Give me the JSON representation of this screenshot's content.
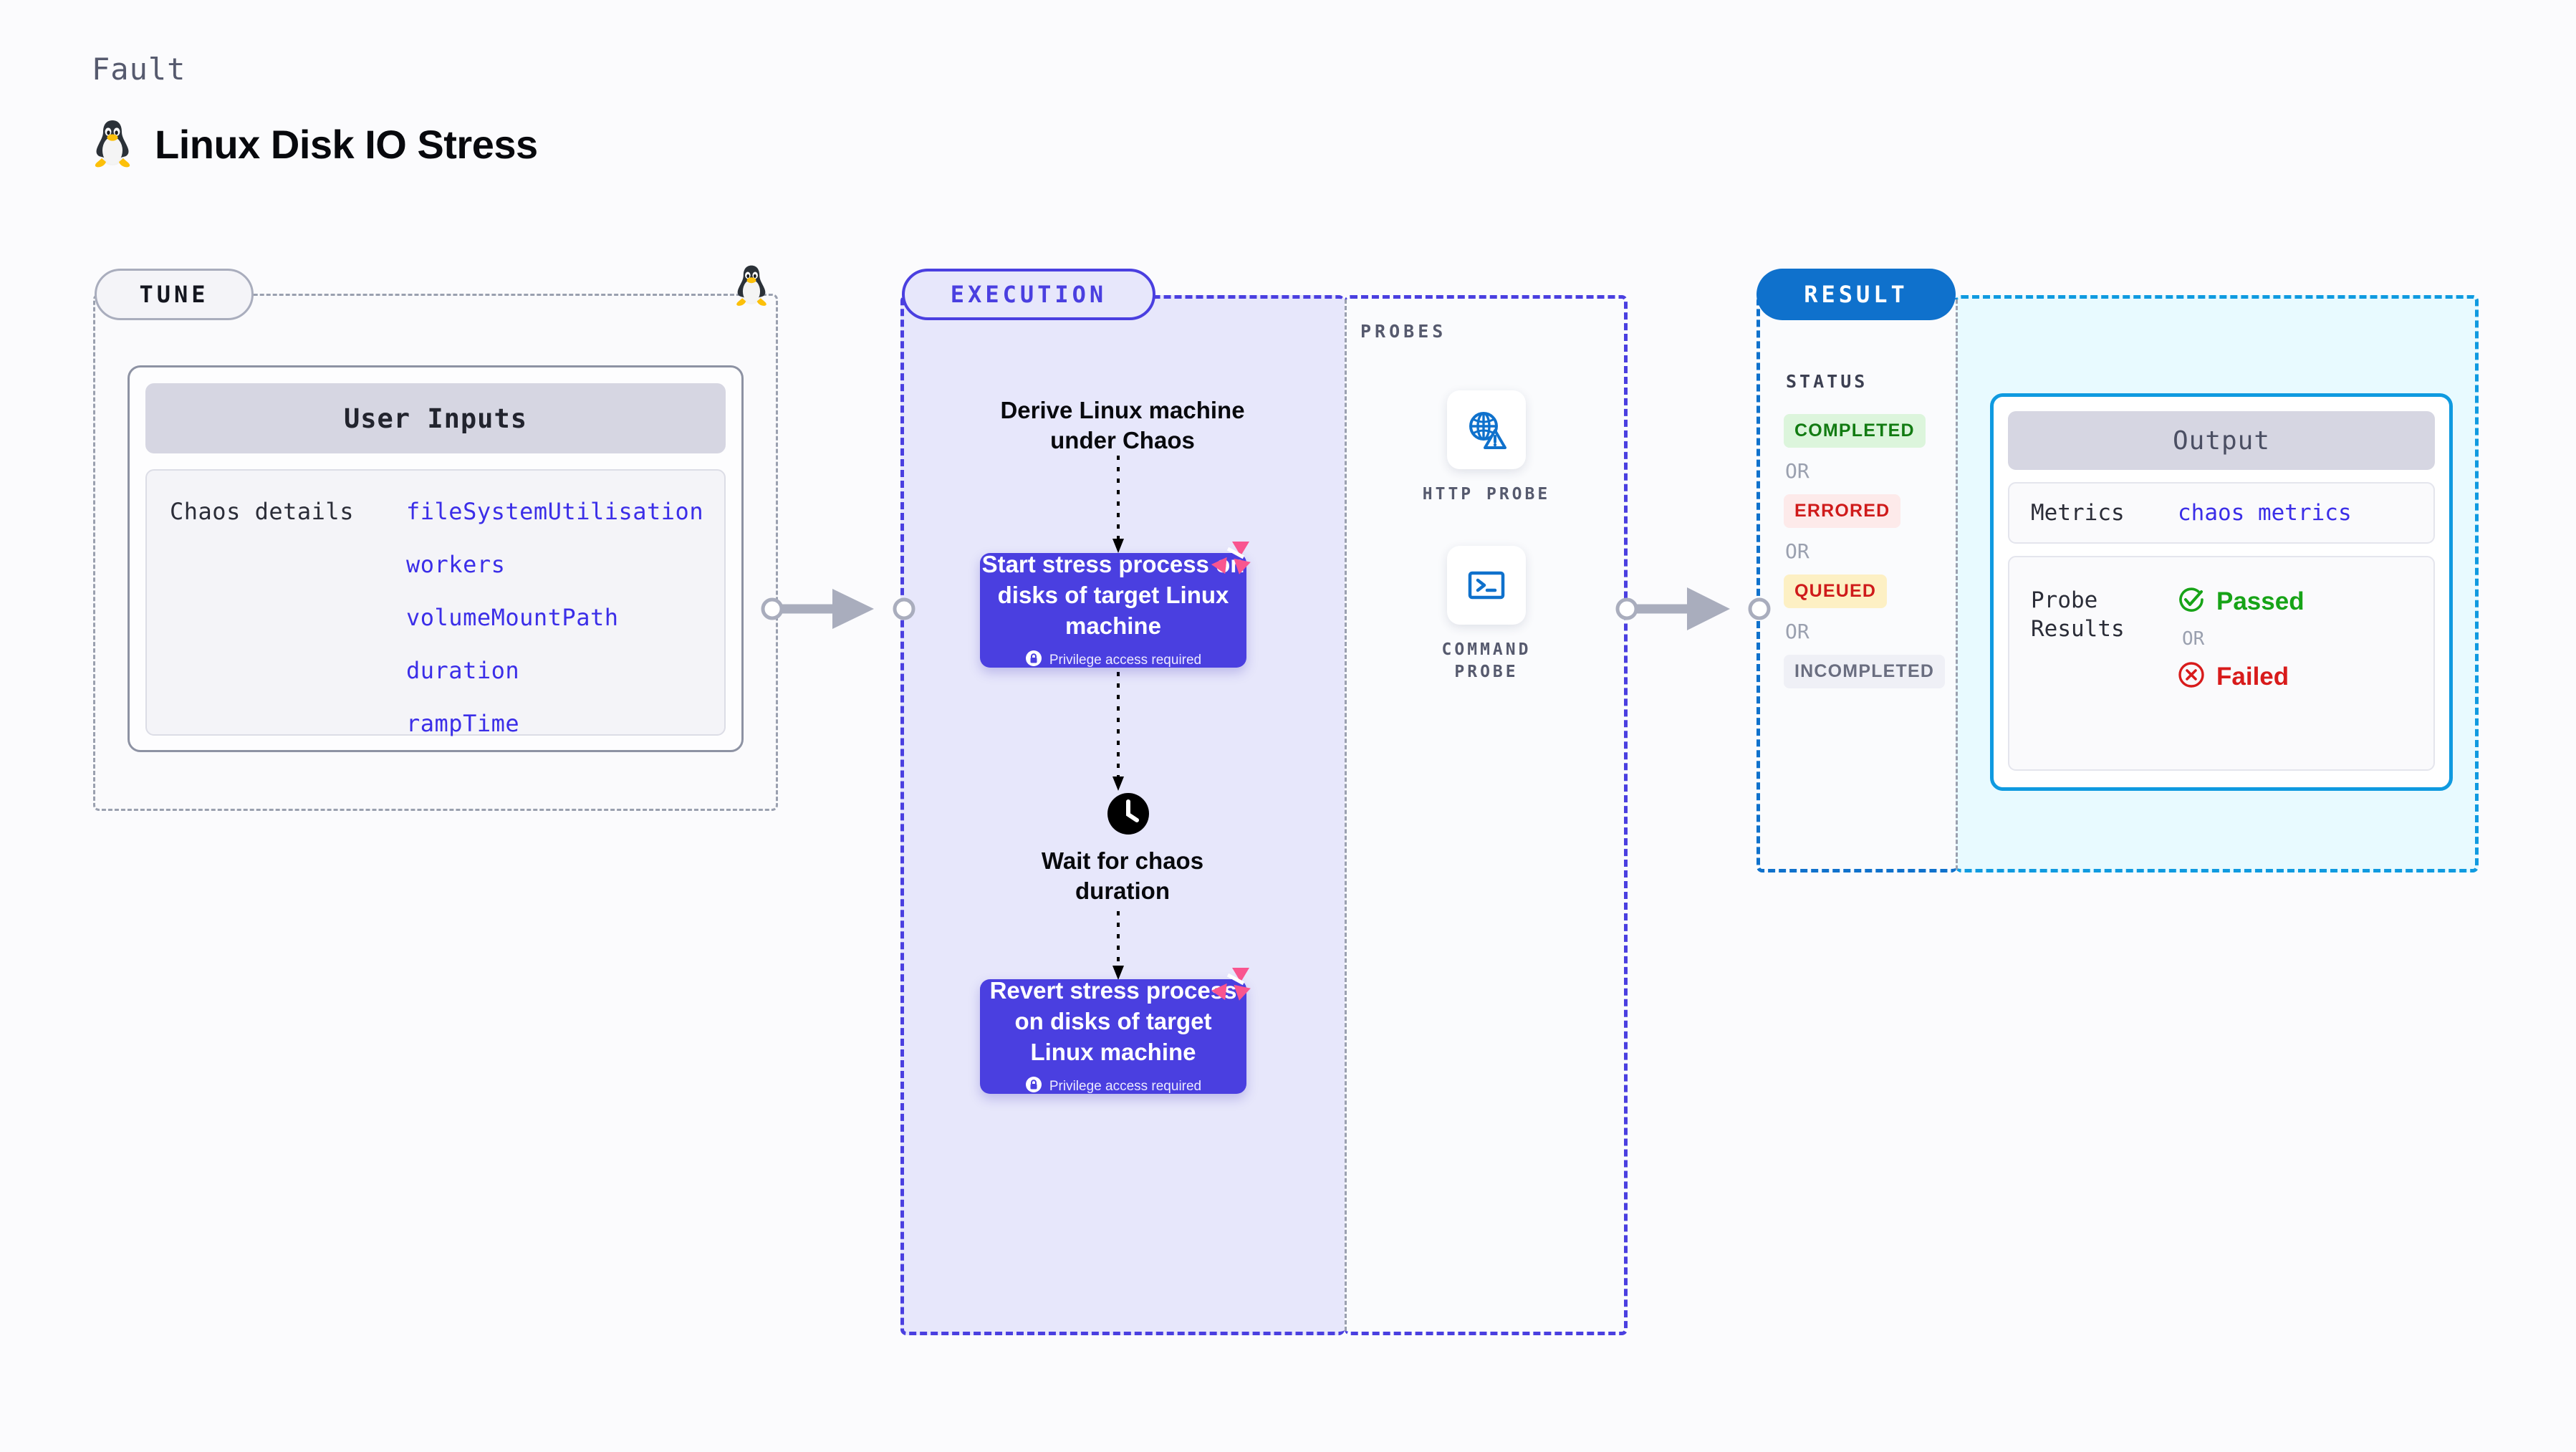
{
  "header": {
    "kicker": "Fault",
    "title": "Linux Disk IO Stress",
    "icon": "linux-penguin-icon"
  },
  "tune": {
    "badge": "TUNE",
    "icon": "linux-penguin-icon",
    "card": {
      "header": "User Inputs",
      "label": "Chaos details",
      "params": [
        "fileSystemUtilisation",
        "workers",
        "volumeMountPath",
        "duration",
        "rampTime"
      ]
    }
  },
  "execution": {
    "badge": "EXECUTION",
    "steps": {
      "derive": "Derive Linux machine\nunder Chaos",
      "derive_line1": "Derive Linux machine",
      "derive_line2": "under Chaos",
      "start_box": "Start stress process on disks of target Linux machine",
      "start_box_privilege": "Privilege access required",
      "wait_line1": "Wait for chaos",
      "wait_line2": "duration",
      "revert_box": "Revert stress process on disks of target Linux machine",
      "revert_box_privilege": "Privilege access required"
    },
    "icons": {
      "clock": "clock-icon",
      "lock": "lock-icon",
      "tag": "litmus-logo-icon"
    }
  },
  "probes": {
    "title": "PROBES",
    "items": [
      {
        "label": "HTTP PROBE",
        "icon": "globe-warning-icon"
      },
      {
        "label": "COMMAND PROBE",
        "label_line1": "COMMAND",
        "label_line2": "PROBE",
        "icon": "terminal-icon"
      }
    ]
  },
  "result": {
    "badge": "RESULT",
    "status_title": "STATUS",
    "or": "OR",
    "statuses": [
      {
        "label": "COMPLETED",
        "color": "#127b12",
        "bg": "#dcf5dc"
      },
      {
        "label": "ERRORED",
        "color": "#cf1b1b",
        "bg": "#fdeaea"
      },
      {
        "label": "QUEUED",
        "color": "#cf1b1b",
        "bg": "#fdf0c4"
      },
      {
        "label": "INCOMPLETED",
        "color": "#6a6e80",
        "bg": "#eff0f6"
      }
    ]
  },
  "output": {
    "header": "Output",
    "metrics_key": "Metrics",
    "metrics_value": "chaos metrics",
    "probe_key_line1": "Probe",
    "probe_key_line2": "Results",
    "passed": "Passed",
    "failed": "Failed",
    "or": "OR",
    "icons": {
      "passed": "check-circle-icon",
      "failed": "x-circle-icon"
    }
  },
  "colors": {
    "purple": "#4a3fe0",
    "purple_bg": "#e7e7fb",
    "blue": "#0f71cc",
    "cyan": "#0f9ae0",
    "cyan_bg": "#e8faff",
    "pink": "#f9558f",
    "grey_dash": "#9aa0af"
  }
}
